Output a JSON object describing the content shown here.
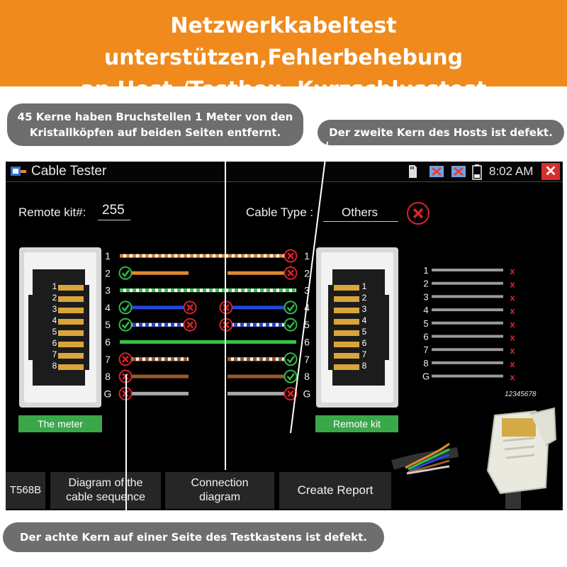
{
  "banner": {
    "line1": "Netzwerkkabeltest unterstützen,Fehlerbehebung",
    "line2": "an Host-/Testbox, Kurzschlusstest"
  },
  "callouts": {
    "top_left_line1": "45 Kerne haben Bruchstellen 1 Meter von den",
    "top_left_line2": "Kristallköpfen auf beiden Seiten entfernt.",
    "top_right": "Der zweite Kern des Hosts ist defekt.",
    "bottom": "Der achte Kern auf einer Seite des Testkastens ist defekt."
  },
  "app": {
    "title": "Cable Tester",
    "time": "8:02 AM",
    "remote_kit_label": "Remote kit#:",
    "remote_kit_value": "255",
    "cable_type_label": "Cable Type :",
    "cable_type_value": "Others",
    "meter_button": "The meter",
    "remote_button": "Remote kit",
    "jack_left_pins": [
      "1",
      "2",
      "3",
      "4",
      "5",
      "6",
      "7",
      "8"
    ],
    "jack_right_pins": [
      "1",
      "2",
      "3",
      "4",
      "5",
      "6",
      "7",
      "8"
    ],
    "plug_label": "12345678"
  },
  "wiremap": {
    "wires": [
      {
        "id": "1",
        "color": "#e08a2e",
        "stripe": true,
        "left_status": "none",
        "left_mid": "none",
        "right_mid": "none",
        "right_status": "fail",
        "continuous": true
      },
      {
        "id": "2",
        "color": "#e08a2e",
        "stripe": false,
        "left_status": "pass",
        "left_mid": "none",
        "right_mid": "none",
        "right_status": "fail",
        "continuous": false
      },
      {
        "id": "3",
        "color": "#35c24a",
        "stripe": true,
        "left_status": "none",
        "left_mid": "none",
        "right_mid": "none",
        "right_status": "none",
        "continuous": true
      },
      {
        "id": "4",
        "color": "#2247e0",
        "stripe": false,
        "left_status": "pass",
        "left_mid": "fail",
        "right_mid": "fail",
        "right_status": "pass",
        "continuous": false
      },
      {
        "id": "5",
        "color": "#2247e0",
        "stripe": true,
        "left_status": "pass",
        "left_mid": "fail",
        "right_mid": "fail",
        "right_status": "pass",
        "continuous": false
      },
      {
        "id": "6",
        "color": "#35c24a",
        "stripe": false,
        "left_status": "none",
        "left_mid": "none",
        "right_mid": "none",
        "right_status": "none",
        "continuous": true
      },
      {
        "id": "7",
        "color": "#9a5a28",
        "stripe": true,
        "left_status": "fail",
        "left_mid": "none",
        "right_mid": "none",
        "right_status": "pass",
        "continuous": false
      },
      {
        "id": "8",
        "color": "#9a5a28",
        "stripe": false,
        "left_status": "fail",
        "left_mid": "none",
        "right_mid": "none",
        "right_status": "pass",
        "continuous": false
      },
      {
        "id": "G",
        "color": "#a8a8a8",
        "stripe": false,
        "left_status": "fail",
        "left_mid": "none",
        "right_mid": "none",
        "right_status": "fail",
        "continuous": false
      }
    ]
  },
  "shortlist": {
    "rows": [
      {
        "label": "1",
        "mark": "x"
      },
      {
        "label": "2",
        "mark": "x"
      },
      {
        "label": "3",
        "mark": "x"
      },
      {
        "label": "4",
        "mark": "x"
      },
      {
        "label": "5",
        "mark": "x"
      },
      {
        "label": "6",
        "mark": "x"
      },
      {
        "label": "7",
        "mark": "x"
      },
      {
        "label": "8",
        "mark": "x"
      },
      {
        "label": "G",
        "mark": "x"
      }
    ]
  },
  "softkeys": {
    "standard": "T568B",
    "sequence_line1": "Diagram of the",
    "sequence_line2": "cable sequence",
    "connection_line1": "Connection",
    "connection_line2": "diagram",
    "report": "Create Report"
  },
  "colors": {
    "banner": "#f08a1c",
    "pass": "#35b84a",
    "fail": "#d9232d",
    "button_green": "#3aa84a",
    "callout": "#6e6e6e"
  }
}
